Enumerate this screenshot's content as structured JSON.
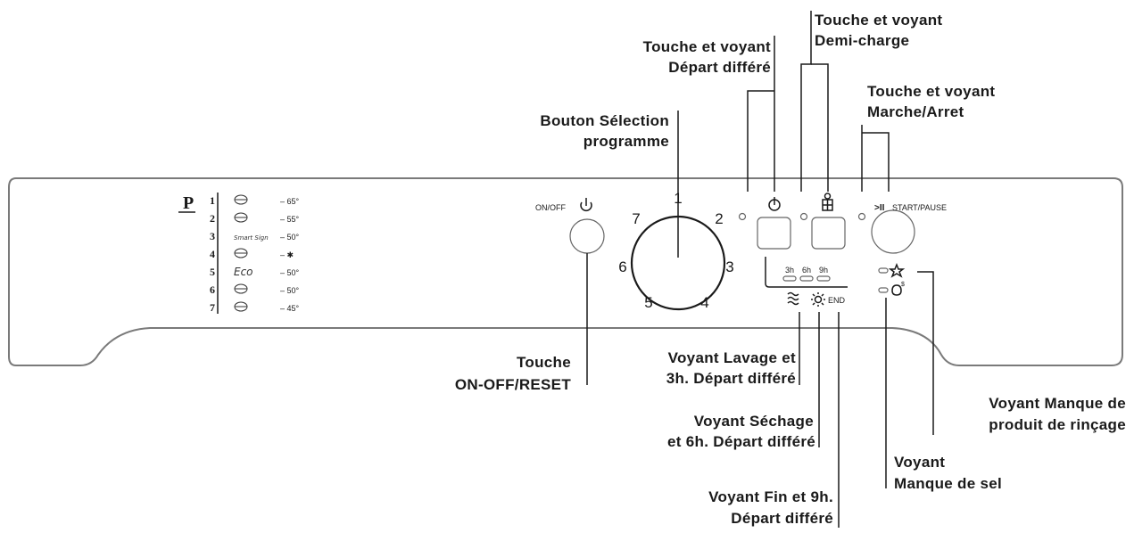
{
  "panel": {
    "program_indicator": "P",
    "programs": [
      {
        "num": "1",
        "icon": "pot-intensive-icon",
        "temp": "65°"
      },
      {
        "num": "2",
        "icon": "pot-normal-icon",
        "temp": "55°"
      },
      {
        "num": "3",
        "icon": "smart-sign-icon",
        "icon_text": "Smart Sign",
        "temp": "50°"
      },
      {
        "num": "4",
        "icon": "delicate-bowl-icon",
        "temp": "✱"
      },
      {
        "num": "5",
        "icon": "eco-icon",
        "icon_text": "Eco",
        "temp": "50°"
      },
      {
        "num": "6",
        "icon": "quick-wash-icon",
        "temp": "50°"
      },
      {
        "num": "7",
        "icon": "glass-icon",
        "temp": "45°"
      }
    ],
    "onoff_label": "ON/OFF",
    "dial_numbers": [
      "1",
      "2",
      "3",
      "4",
      "5",
      "6",
      "7"
    ],
    "delay_hours": [
      "3h",
      "6h",
      "9h"
    ],
    "end_label": "END",
    "start_label": "START/PAUSE",
    "start_symbol": ">II"
  },
  "callouts": {
    "half_load": [
      "Touche et voyant",
      "Demi-charge"
    ],
    "delay_start_button": [
      "Touche et voyant",
      "Départ différé"
    ],
    "start_pause": [
      "Touche et voyant",
      "Marche/Arret"
    ],
    "program_knob": [
      "Bouton Sélection",
      "programme"
    ],
    "onoff_reset": [
      "Touche",
      "ON-OFF/RESET"
    ],
    "wash_3h": [
      "Voyant Lavage et",
      "3h. Départ différé"
    ],
    "dry_6h": [
      "Voyant Séchage",
      "et 6h. Départ différé"
    ],
    "end_9h": [
      "Voyant Fin et 9h.",
      "Départ différé"
    ],
    "rinse_aid": [
      "Voyant Manque de",
      "produit de rinçage"
    ],
    "salt": [
      "Voyant",
      "Manque de sel"
    ]
  },
  "colors": {
    "ink": "#1a1a1a",
    "panel_outline": "#7a7a7a"
  }
}
